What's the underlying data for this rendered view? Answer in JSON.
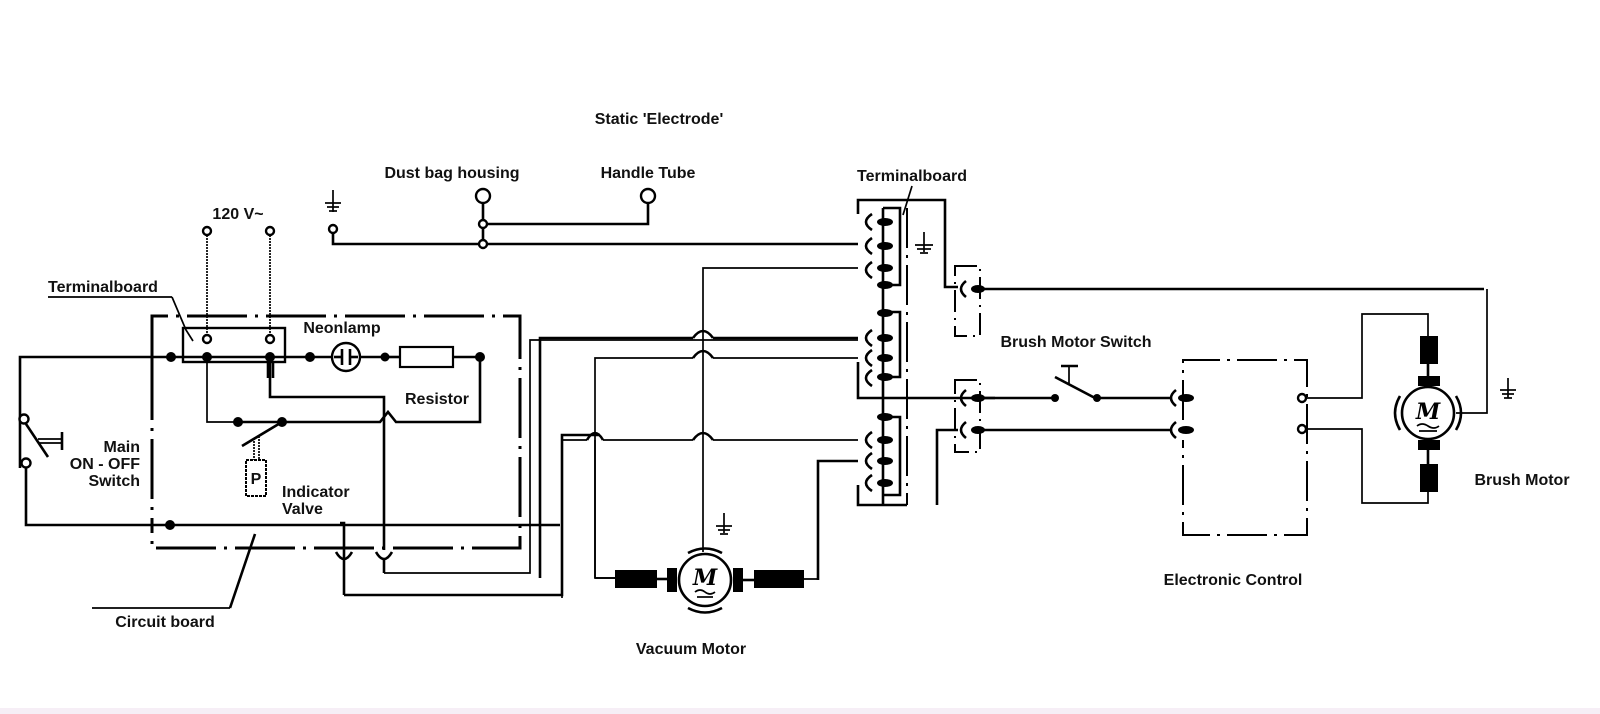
{
  "diagram": {
    "title": "Vacuum cleaner wiring schematic",
    "labels": {
      "static_electrode": "Static 'Electrode'",
      "dust_bag_housing": "Dust bag housing",
      "handle_tube": "Handle Tube",
      "terminalboard_right": "Terminalboard",
      "voltage": "120 V~",
      "terminalboard_left": "Terminalboard",
      "neonlamp": "Neonlamp",
      "resistor": "Resistor",
      "main_switch_line1": "Main",
      "main_switch_line2": "ON - OFF",
      "main_switch_line3": "Switch",
      "indicator_valve_line1": "Indicator",
      "indicator_valve_line2": "Valve",
      "circuit_board": "Circuit board",
      "vacuum_motor": "Vacuum Motor",
      "brush_motor_switch": "Brush Motor Switch",
      "electronic_control": "Electronic Control",
      "brush_motor": "Brush Motor"
    },
    "symbols": {
      "motor_letter": "M",
      "pressure_letter": "P"
    },
    "components": [
      "ground-symbol",
      "terminal",
      "neon-lamp",
      "resistor",
      "switch",
      "pressure-switch",
      "connector-plug",
      "motor",
      "field-winding"
    ]
  }
}
